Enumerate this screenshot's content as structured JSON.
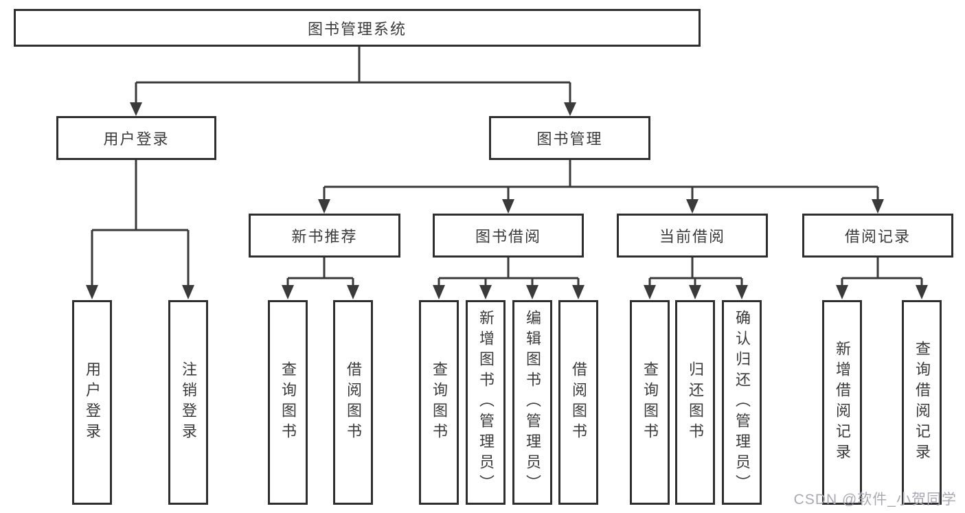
{
  "diagram": {
    "root": {
      "label": "图书管理系统"
    },
    "branches": [
      {
        "label": "用户登录",
        "children": [
          {
            "label": "用户登录"
          },
          {
            "label": "注销登录"
          }
        ]
      },
      {
        "label": "图书管理",
        "children": [
          {
            "label": "新书推荐",
            "children": [
              {
                "label": "查询图书"
              },
              {
                "label": "借阅图书"
              }
            ]
          },
          {
            "label": "图书借阅",
            "children": [
              {
                "label": "查询图书"
              },
              {
                "label": "新增图书（管理员）"
              },
              {
                "label": "编辑图书（管理员）"
              },
              {
                "label": "借阅图书"
              }
            ]
          },
          {
            "label": "当前借阅",
            "children": [
              {
                "label": "查询图书"
              },
              {
                "label": "归还图书"
              },
              {
                "label": "确认归还（管理员）"
              }
            ]
          },
          {
            "label": "借阅记录",
            "children": [
              {
                "label": "新增借阅记录"
              },
              {
                "label": "查询借阅记录"
              }
            ]
          }
        ]
      }
    ]
  },
  "watermark": {
    "text": "CSDN @软件_小贺同学"
  },
  "colors": {
    "line": "#3a3a3a",
    "border": "#2e2e2e",
    "text": "#3a3a3a",
    "background": "#ffffff",
    "watermark": "#a9a9b4"
  }
}
